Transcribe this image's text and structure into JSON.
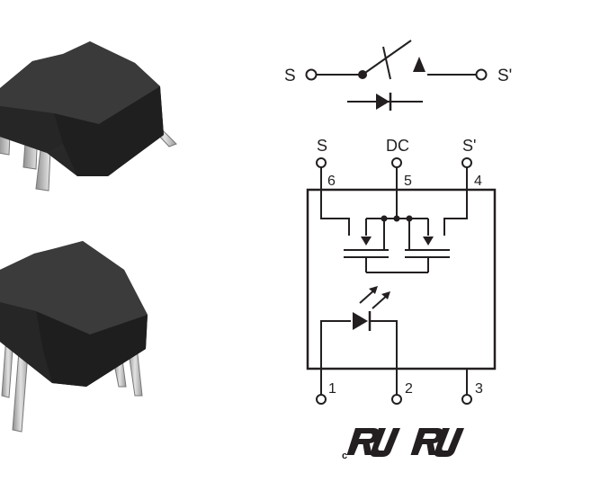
{
  "switch_symbol": {
    "left_terminal": "S",
    "right_terminal": "S'"
  },
  "schematic": {
    "top_labels": {
      "pin6_name": "S",
      "pin5_name": "DC",
      "pin4_name": "S'"
    },
    "pin_numbers": {
      "p6": "6",
      "p5": "5",
      "p4": "4",
      "p1": "1",
      "p2": "2",
      "p3": "3"
    }
  },
  "certification": {
    "prefix": "c",
    "mark_1": "RU",
    "mark_2": "RU"
  },
  "colors": {
    "line": "#231f20",
    "package_dark": "#2b2b2b",
    "lead_metal": "#b9b9b9"
  }
}
